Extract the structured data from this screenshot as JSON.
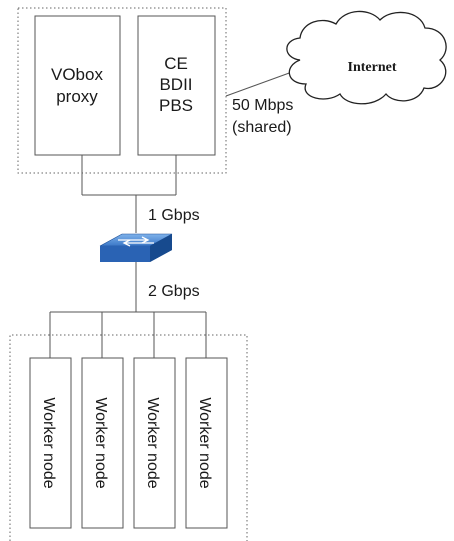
{
  "top_group": {
    "vobox_lines": [
      "VObox",
      "proxy"
    ],
    "ce_lines": [
      "CE",
      "BDII",
      "PBS"
    ]
  },
  "internet": {
    "label": "Internet",
    "bandwidth_lines": [
      "50 Mbps",
      "(shared)"
    ]
  },
  "links": {
    "uplink_label": "1 Gbps",
    "downlink_label": "2 Gbps"
  },
  "switch": {
    "icon": "network-switch-icon",
    "color": "#2e6fc0"
  },
  "workers": [
    {
      "label": "Worker node"
    },
    {
      "label": "Worker node"
    },
    {
      "label": "Worker node"
    },
    {
      "label": "Worker node"
    }
  ]
}
